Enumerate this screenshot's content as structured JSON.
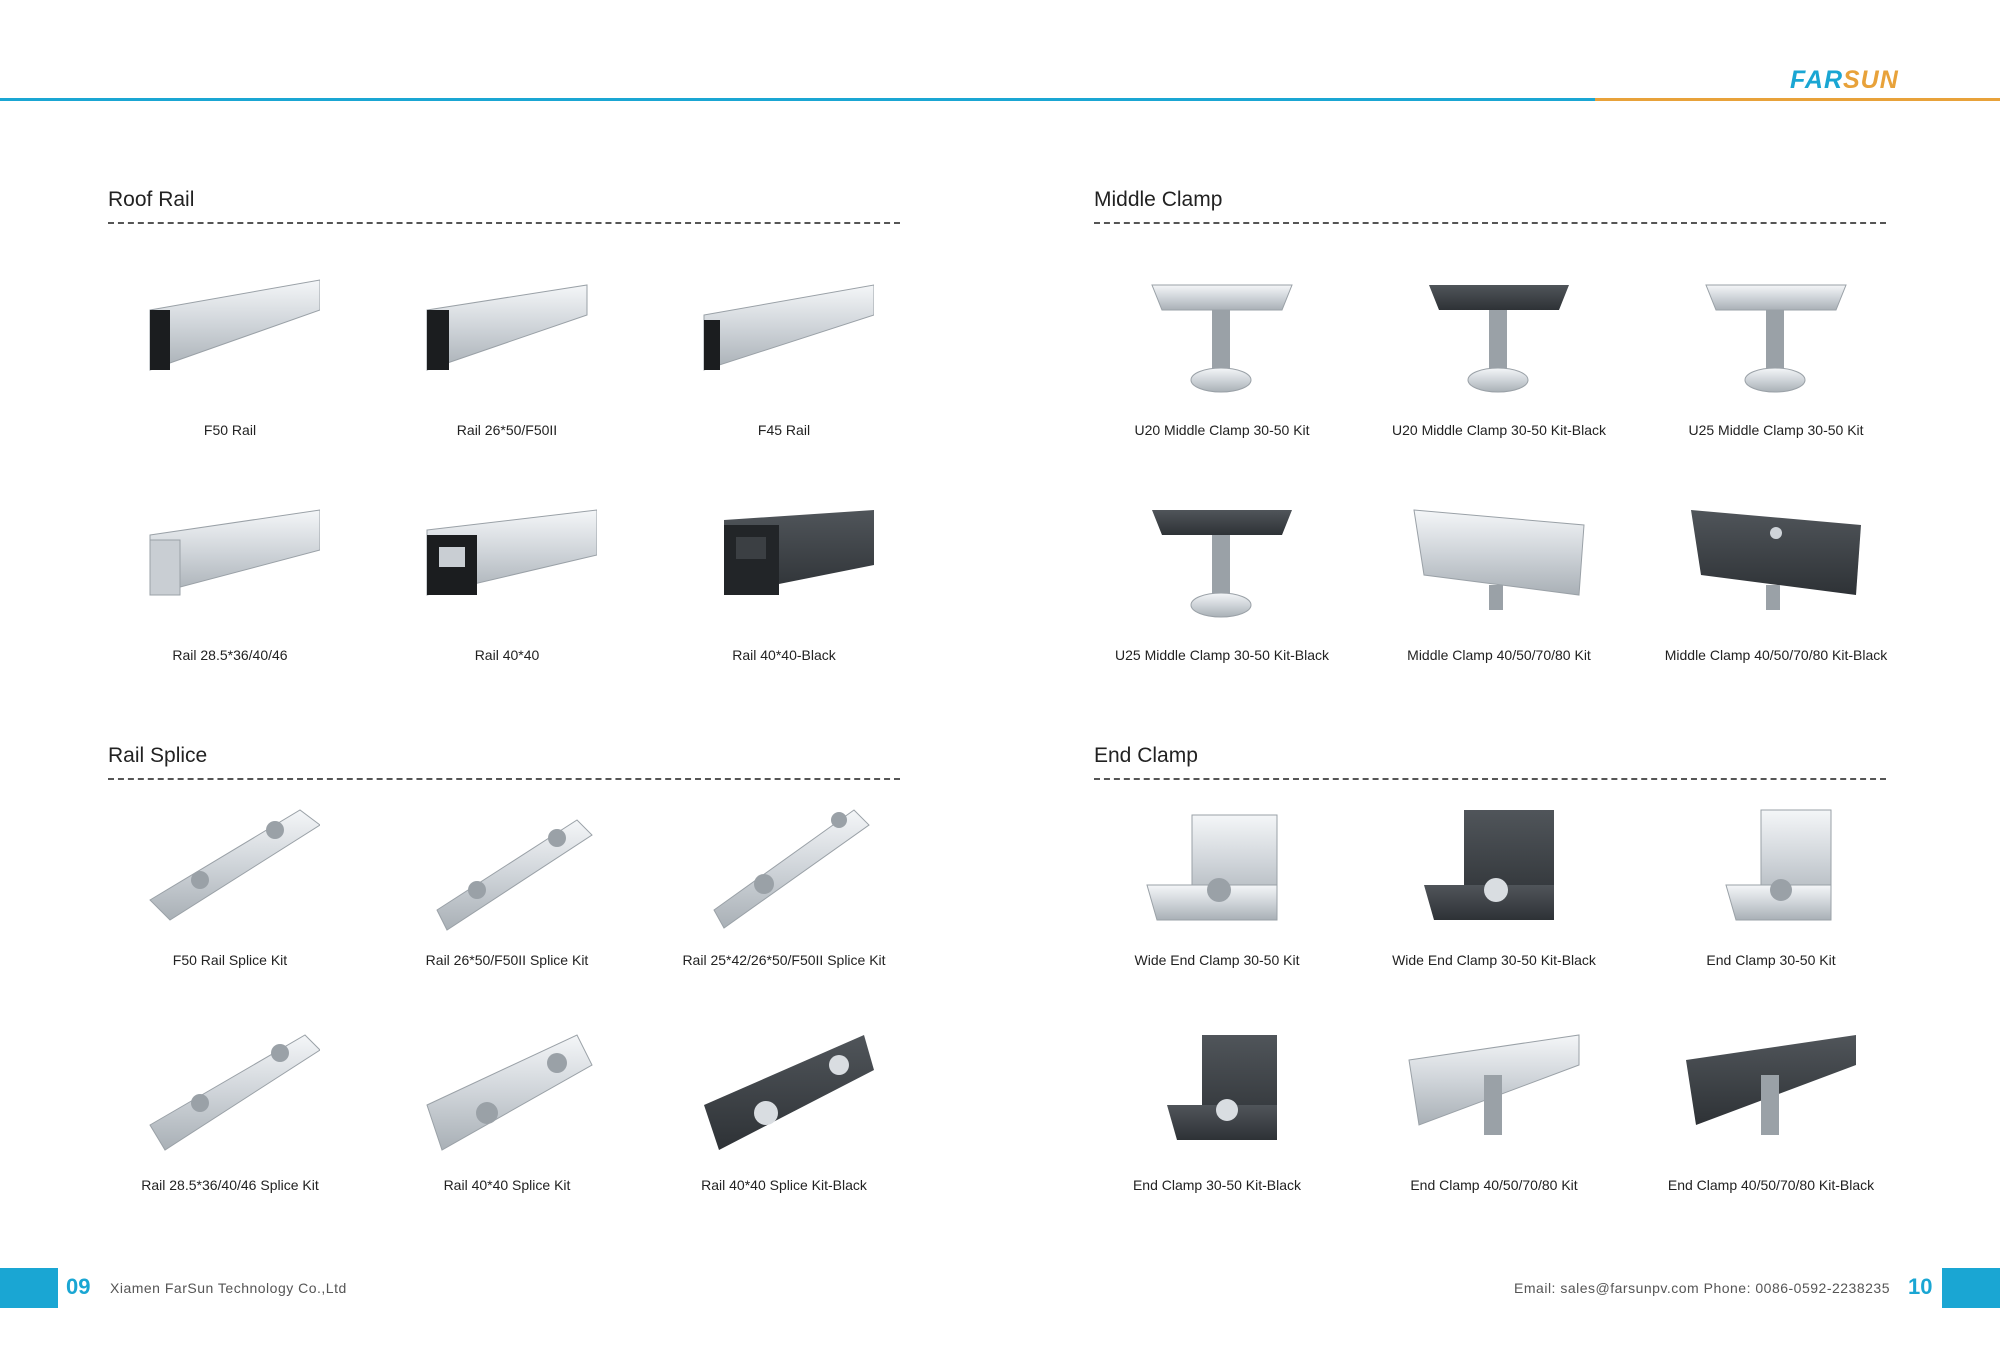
{
  "brand": {
    "logo_part1": "FAR",
    "logo_part2": "SUN"
  },
  "sections": {
    "roof_rail": {
      "title": "Roof Rail",
      "items": [
        "F50 Rail",
        "Rail 26*50/F50II",
        "F45 Rail",
        "Rail 28.5*36/40/46",
        "Rail 40*40",
        "Rail 40*40-Black"
      ]
    },
    "middle_clamp": {
      "title": "Middle Clamp",
      "items": [
        "U20 Middle Clamp 30-50 Kit",
        "U20 Middle Clamp 30-50 Kit-Black",
        "U25 Middle Clamp 30-50 Kit",
        "U25 Middle Clamp 30-50 Kit-Black",
        "Middle Clamp 40/50/70/80 Kit",
        "Middle Clamp 40/50/70/80 Kit-Black"
      ]
    },
    "rail_splice": {
      "title": "Rail Splice",
      "items": [
        "F50 Rail Splice Kit",
        "Rail 26*50/F50II Splice Kit",
        "Rail 25*42/26*50/F50II Splice Kit",
        "Rail 28.5*36/40/46 Splice Kit",
        "Rail 40*40 Splice Kit",
        "Rail 40*40 Splice Kit-Black"
      ]
    },
    "end_clamp": {
      "title": "End Clamp",
      "items": [
        "Wide End Clamp 30-50 Kit",
        "Wide End Clamp 30-50 Kit-Black",
        "End Clamp 30-50 Kit",
        "End Clamp 30-50 Kit-Black",
        "End Clamp 40/50/70/80 Kit",
        "End Clamp 40/50/70/80 Kit-Black"
      ]
    }
  },
  "footer": {
    "page_left": "09",
    "page_right": "10",
    "company": "Xiamen FarSun Technology Co.,Ltd",
    "contact": "Email: sales@farsunpv.com   Phone: 0086-0592-2238235"
  },
  "colors": {
    "accent_blue": "#1aa6d3",
    "accent_orange": "#e8a23a",
    "metal": "#d9dde1",
    "black_part": "#3b3f43"
  }
}
